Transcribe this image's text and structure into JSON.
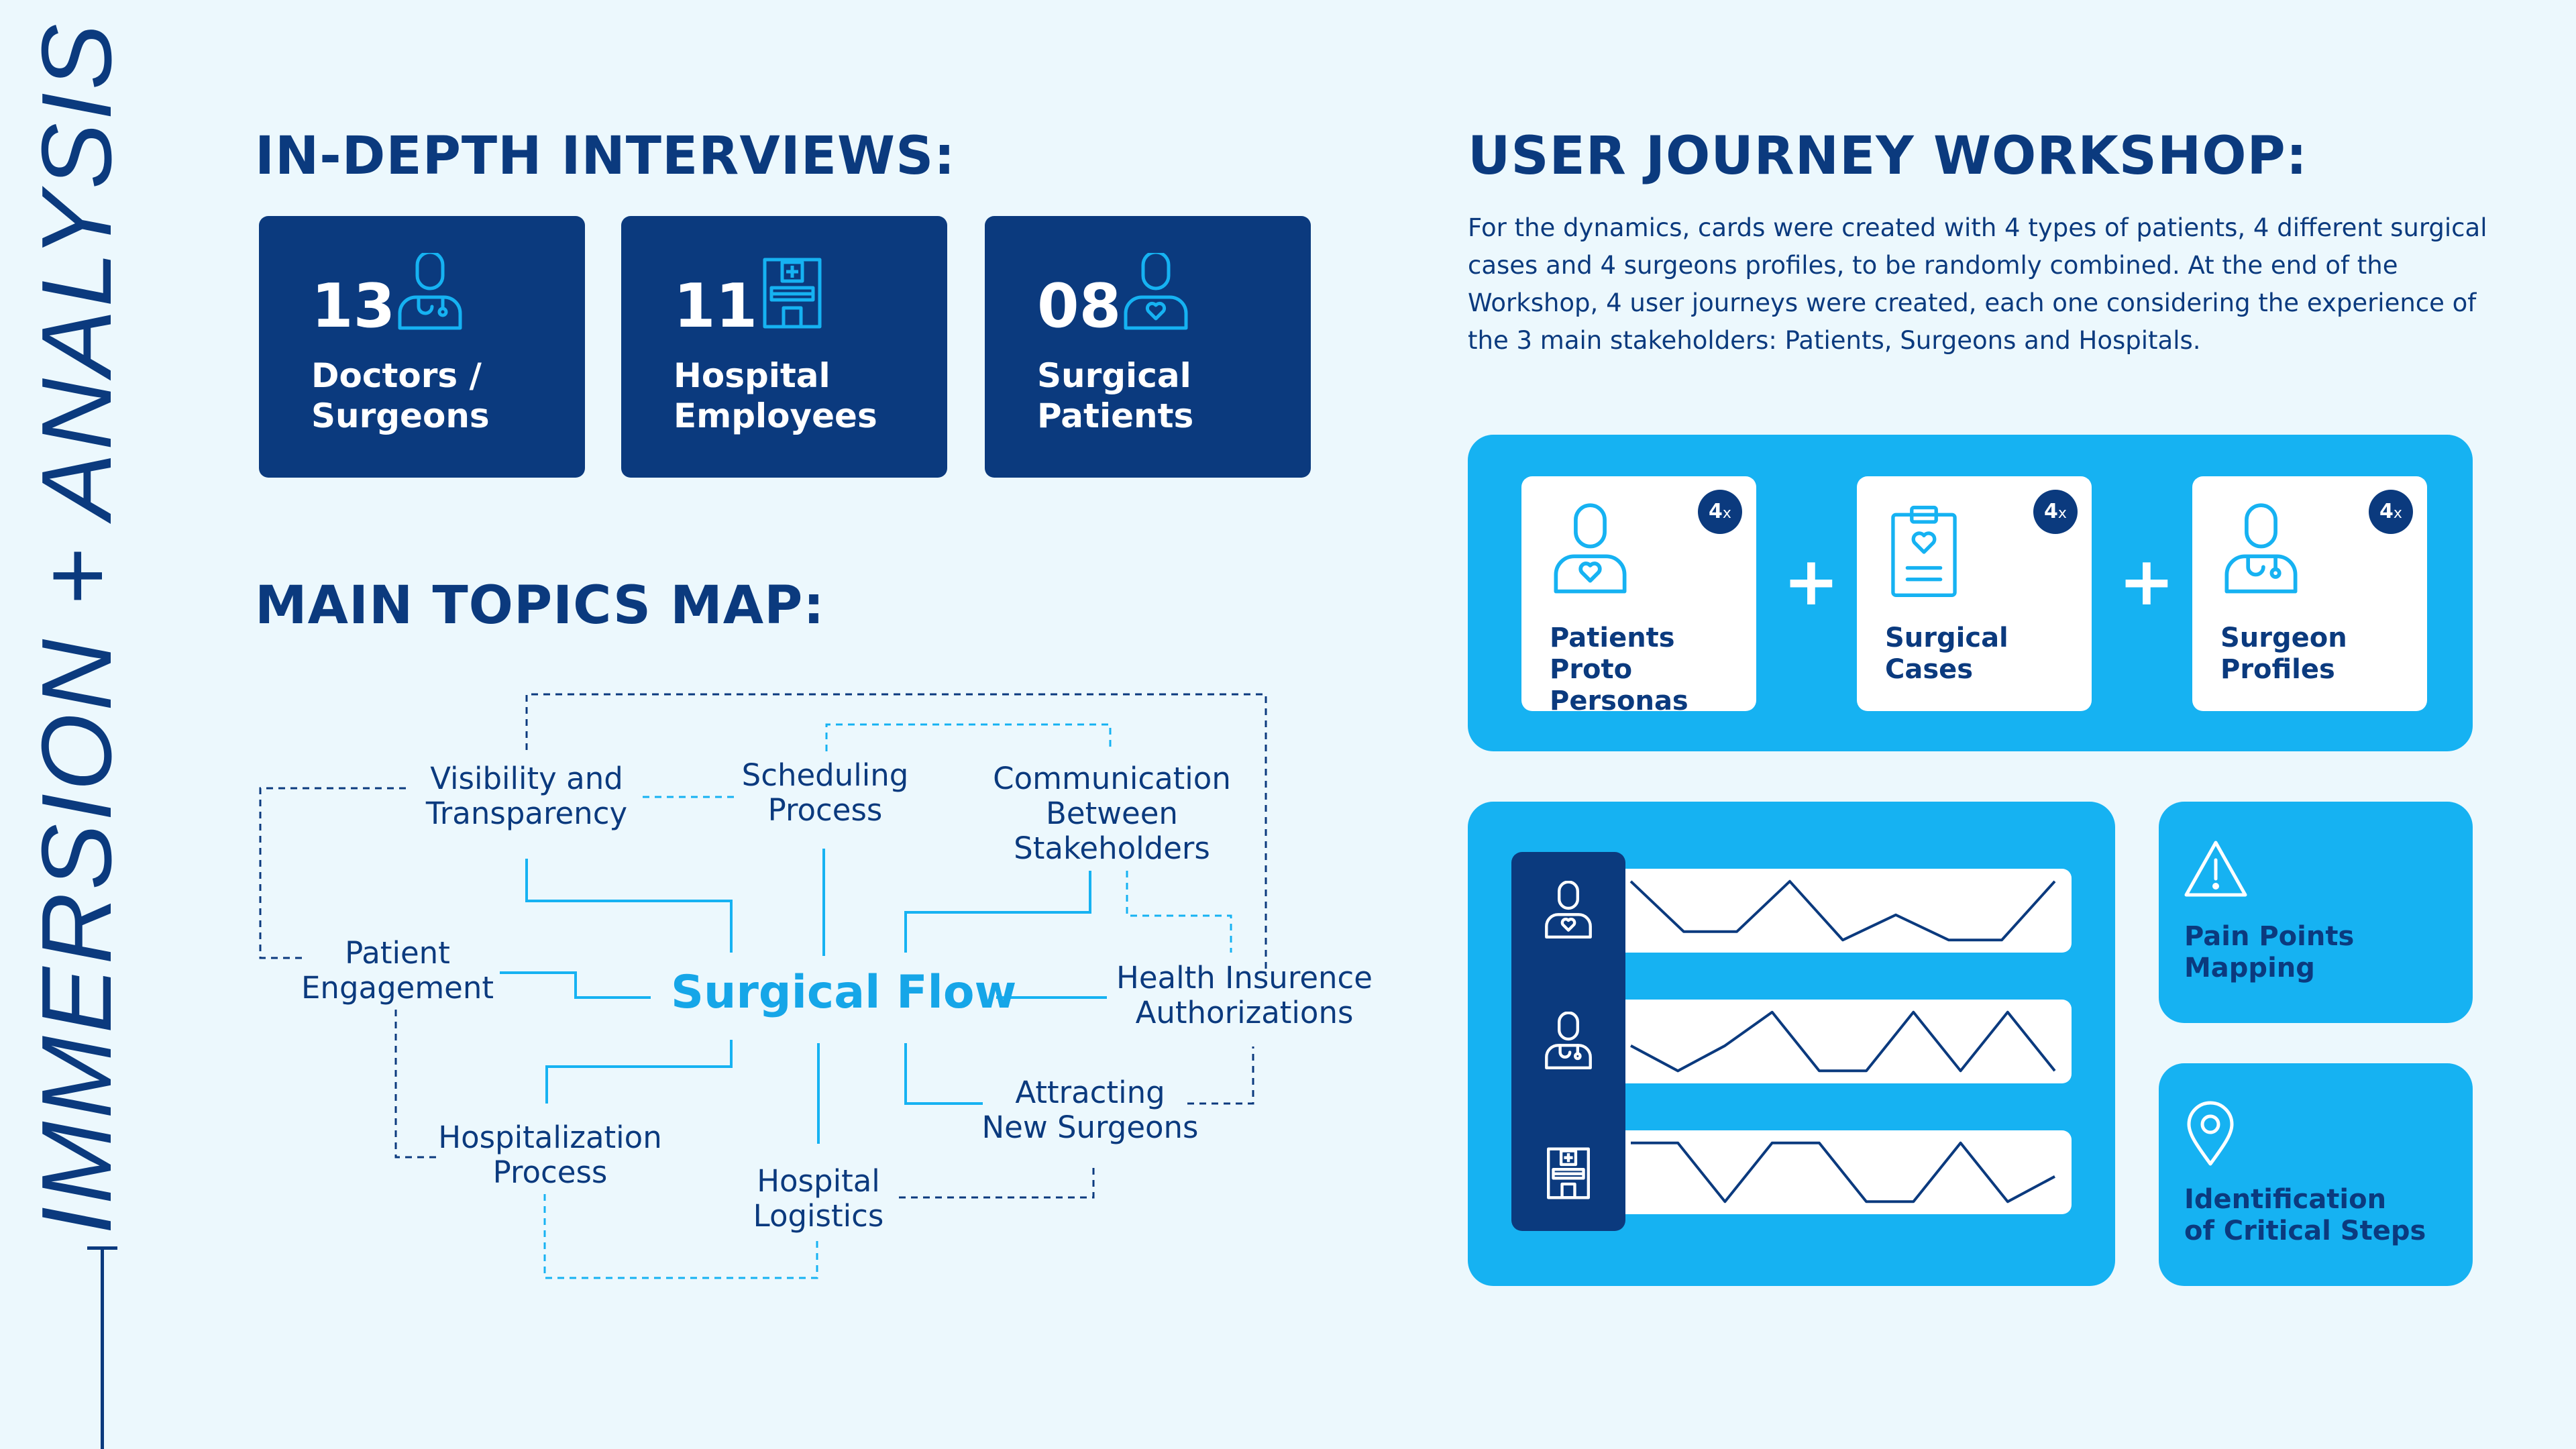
{
  "side_title": "IMMERSION + ANALYSIS",
  "interviews": {
    "title": "IN-DEPTH INTERVIEWS:",
    "cards": [
      {
        "number": "13",
        "label_line1": "Doctors /",
        "label_line2": "Surgeons",
        "icon": "doctor-icon"
      },
      {
        "number": "11",
        "label_line1": "Hospital",
        "label_line2": "Employees",
        "icon": "hospital-icon"
      },
      {
        "number": "08",
        "label_line1": "Surgical",
        "label_line2": "Patients",
        "icon": "patient-icon"
      }
    ]
  },
  "topics_map": {
    "title": "MAIN TOPICS MAP:",
    "center": "Surgical Flow",
    "topics": [
      {
        "line1": "Visibility and",
        "line2": "Transparency"
      },
      {
        "line1": "Scheduling",
        "line2": "Process"
      },
      {
        "line1": "Communication",
        "line2": "Between",
        "line3": "Stakeholders"
      },
      {
        "line1": "Patient",
        "line2": "Engagement"
      },
      {
        "line1": "Health Insurence",
        "line2": "Authorizations"
      },
      {
        "line1": "Hospitalization",
        "line2": "Process"
      },
      {
        "line1": "Attracting",
        "line2": "New Surgeons"
      },
      {
        "line1": "Hospital",
        "line2": "Logistics"
      }
    ]
  },
  "workshop": {
    "title": "USER JOURNEY WORKSHOP:",
    "description": "For the dynamics, cards were created with 4 types of patients, 4 different surgical cases and 4 surgeons profiles, to be randomly combined. At the end of the Workshop, 4 user journeys were created, each one considering the experience of the 3 main stakeholders: Patients, Surgeons and Hospitals.",
    "cards": [
      {
        "badge_num": "4",
        "badge_x": "x",
        "label_line1": "Patients",
        "label_line2": "Proto Personas",
        "icon": "patient-icon"
      },
      {
        "badge_num": "4",
        "badge_x": "x",
        "label_line1": "Surgical",
        "label_line2": "Cases",
        "icon": "clipboard-icon"
      },
      {
        "badge_num": "4",
        "badge_x": "x",
        "label_line1": "Surgeon",
        "label_line2": "Profiles",
        "icon": "doctor-icon"
      }
    ],
    "plus": "+",
    "journey_rows": [
      {
        "icon": "patient-icon",
        "trend": [
          0.15,
          0.75,
          0.75,
          0.15,
          0.85,
          0.55,
          0.85,
          0.85,
          0.15
        ]
      },
      {
        "icon": "doctor-icon",
        "trend": [
          0.55,
          0.85,
          0.55,
          0.15,
          0.85,
          0.85,
          0.15,
          0.85,
          0.15,
          0.85
        ]
      },
      {
        "icon": "hospital-icon",
        "trend": [
          0.15,
          0.15,
          0.85,
          0.15,
          0.15,
          0.85,
          0.85,
          0.15,
          0.85,
          0.55
        ]
      }
    ],
    "pain_points": {
      "line1": "Pain Points",
      "line2": "Mapping",
      "icon": "warning-icon"
    },
    "critical_steps": {
      "line1": "Identification",
      "line2": "of Critical Steps",
      "icon": "location-pin-icon"
    }
  },
  "colors": {
    "navy": "#0B3A7E",
    "cyan": "#16B2F2",
    "background": "#ECF8FD",
    "accent": "#16A6E8"
  }
}
